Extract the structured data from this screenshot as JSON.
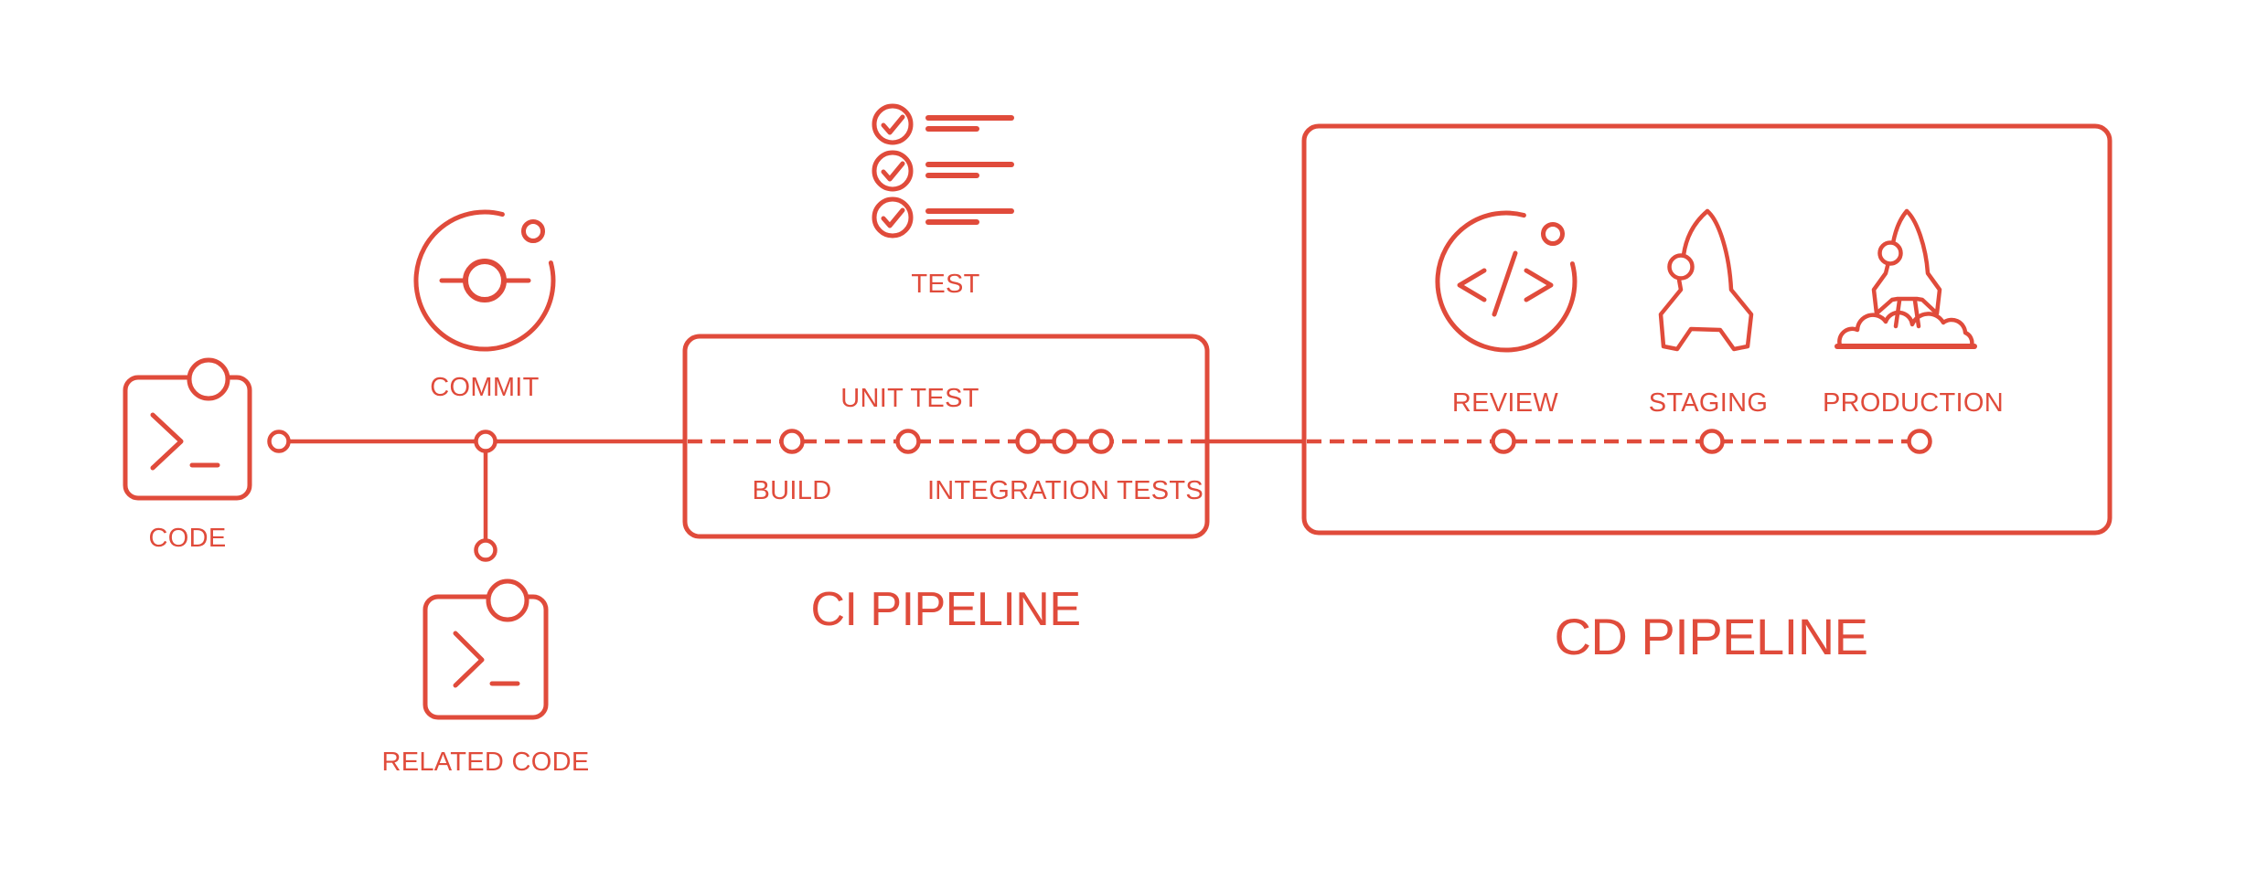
{
  "colors": {
    "accent": "#E04B3B",
    "background": "#FFFFFF"
  },
  "diagram": {
    "source": {
      "code_label": "CODE",
      "commit_label": "COMMIT",
      "related_code_label": "RELATED CODE",
      "test_label": "TEST"
    },
    "ci_pipeline": {
      "title": "CI PIPELINE",
      "build_label": "BUILD",
      "unit_test_label": "UNIT TEST",
      "integration_tests_label": "INTEGRATION TESTS"
    },
    "cd_pipeline": {
      "title": "CD PIPELINE",
      "review_label": "REVIEW",
      "staging_label": "STAGING",
      "production_label": "PRODUCTION"
    }
  }
}
